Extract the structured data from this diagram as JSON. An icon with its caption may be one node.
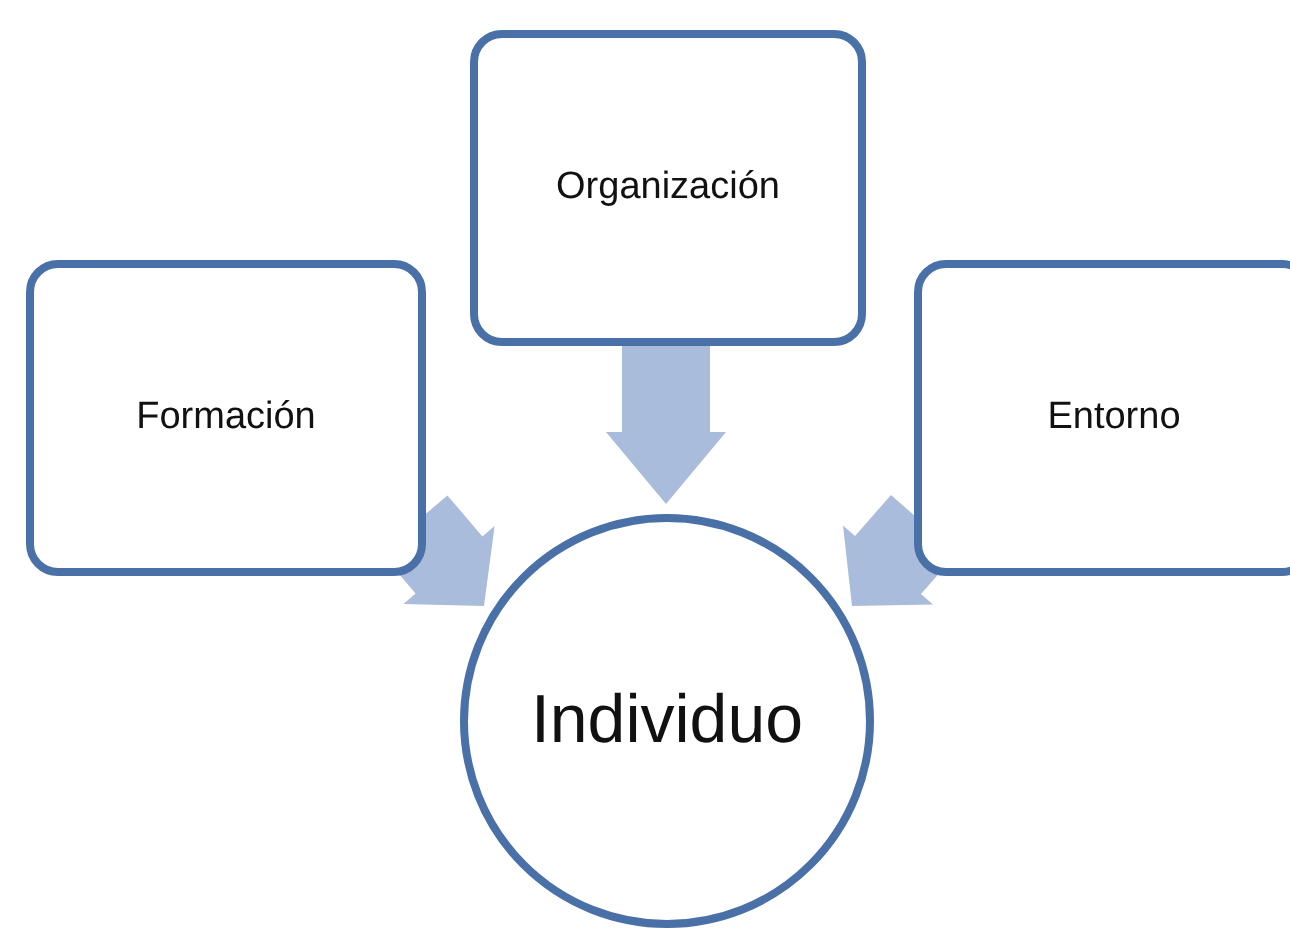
{
  "diagram": {
    "nodes": [
      {
        "text": [
          "Organización"
        ]
      },
      {
        "text": [
          "Formación"
        ]
      },
      {
        "text": [
          "Entorno"
        ]
      },
      {
        "text": [
          "Individuo"
        ]
      }
    ],
    "edges": [
      {
        "from": 0,
        "to": 3,
        "arrow": "to"
      },
      {
        "from": 1,
        "to": 3,
        "arrow": "to"
      },
      {
        "from": 2,
        "to": 3,
        "arrow": "to"
      }
    ]
  }
}
